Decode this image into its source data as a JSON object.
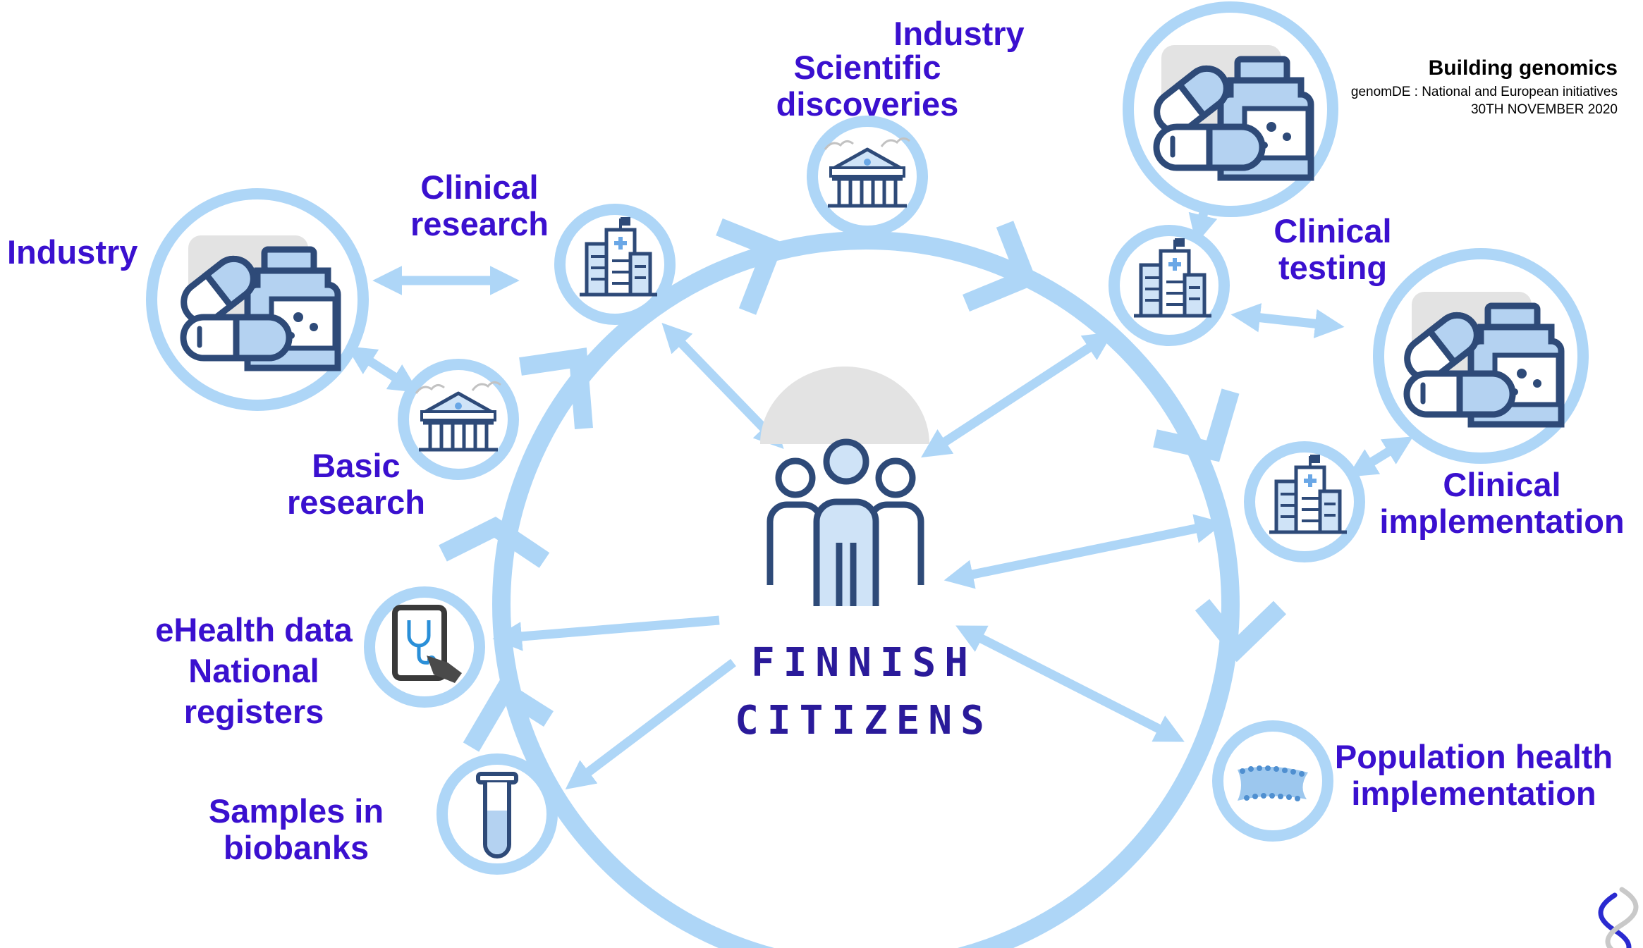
{
  "header": {
    "title": "Building genomics",
    "subtitle": "genomDE : National and European initiatives",
    "date": "30TH NOVEMBER 2020"
  },
  "center": {
    "line1": "FINNISH",
    "line2": "CITIZENS"
  },
  "labels": {
    "industry_left": "Industry",
    "clinical_research_1": "Clinical",
    "clinical_research_2": "research",
    "basic_research_1": "Basic",
    "basic_research_2": "research",
    "ehealth_1": "eHealth data",
    "ehealth_2": "National",
    "ehealth_3": "registers",
    "samples_1": "Samples in",
    "samples_2": "biobanks",
    "industry_top": "Industry",
    "discoveries_1": "Scientific",
    "discoveries_2": "discoveries",
    "clinical_testing_1": "Clinical",
    "clinical_testing_2": "testing",
    "clinical_impl_1": "Clinical",
    "clinical_impl_2": "implementation",
    "pop_health_1": "Population health",
    "pop_health_2": "implementation"
  },
  "icons": {
    "industry": "medicine-pills-icon",
    "hospital": "hospital-icon",
    "institution": "university-building-icon",
    "tablet": "tablet-stethoscope-icon",
    "test_tube": "test-tube-icon",
    "crowd": "crowd-icon",
    "people": "people-group-icon",
    "dna": "dna-helix-icon"
  },
  "colors": {
    "cycle": "#aed6f7",
    "label": "#3a10cf",
    "icon": "#2e4a78",
    "icon_fill": "#cfe3f7"
  }
}
